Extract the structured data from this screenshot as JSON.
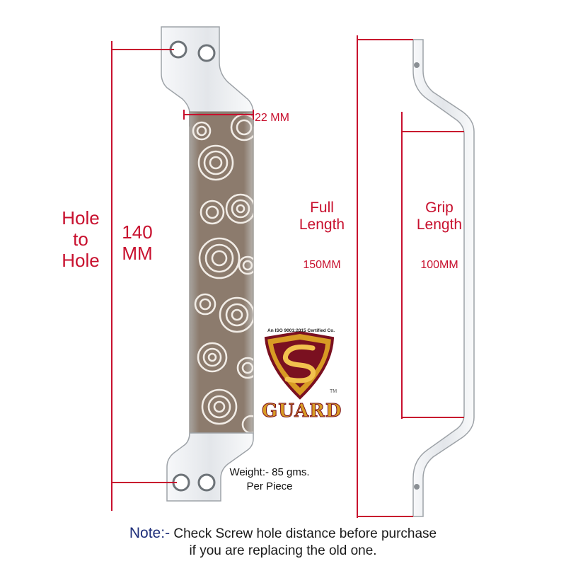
{
  "labels": {
    "hole_to_hole": [
      "Hole",
      "to",
      "Hole"
    ],
    "hole_distance": [
      "140",
      "MM"
    ],
    "width": "22 MM",
    "full_length": [
      "Full",
      "Length"
    ],
    "full_length_value": "150MM",
    "grip_length": [
      "Grip",
      "Length"
    ],
    "grip_length_value": "100MM"
  },
  "weight": [
    "Weight:- 85 gms.",
    "Per Piece"
  ],
  "logo": {
    "certification": "An ISO 9001:2015 Certified Co.",
    "brand": "GUARD",
    "trademark": "TM"
  },
  "note": {
    "prefix": "Note:-",
    "line1": "Check Screw hole distance before purchase",
    "line2": "if you are replacing the old one."
  },
  "colors": {
    "dimension": "#c8102e",
    "note_heading": "#1f2f7a",
    "logo_gold": "#d89b24",
    "logo_maroon": "#7a1020",
    "metal": "#e9ebee",
    "pattern": "#7a6552"
  }
}
